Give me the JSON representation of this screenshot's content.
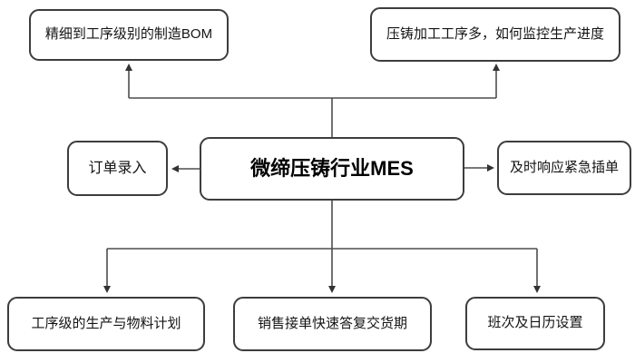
{
  "diagram": {
    "nodes": {
      "bom": {
        "label": "精细到工序级别的制造BOM"
      },
      "monitor": {
        "label": "压铸加工工序多，如何监控生产进度"
      },
      "center": {
        "label": "微缔压铸行业MES"
      },
      "order_entry": {
        "label": "订单录入"
      },
      "urgent_insert": {
        "label": "及时响应紧急插单"
      },
      "process_plan": {
        "label": "工序级的生产与物料计划"
      },
      "delivery_reply": {
        "label": "销售接单快速答复交货期"
      },
      "shift_calendar": {
        "label": "班次及日历设置"
      }
    },
    "colors": {
      "background": "#ffffff",
      "line": "#4d4d4d",
      "box_border": "#3d3d3d",
      "text": "#141414"
    }
  }
}
